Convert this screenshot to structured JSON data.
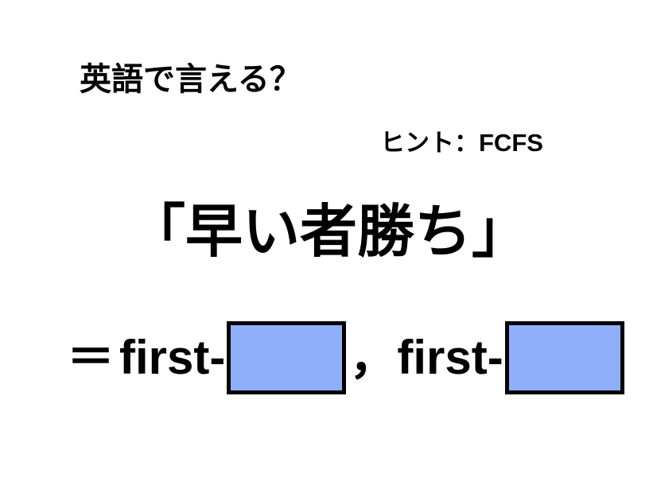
{
  "slide": {
    "background_color": "#ffffff",
    "prompt": "英語で言える？",
    "hint": "ヒント：FCFS",
    "phrase": "「早い者勝ち」",
    "answer": {
      "equals": "＝",
      "first_word_1": "first-",
      "separator": "，",
      "first_word_2": "first-",
      "blank_fill_color": "#8FAFFB",
      "blank_border_color": "#000000"
    }
  }
}
